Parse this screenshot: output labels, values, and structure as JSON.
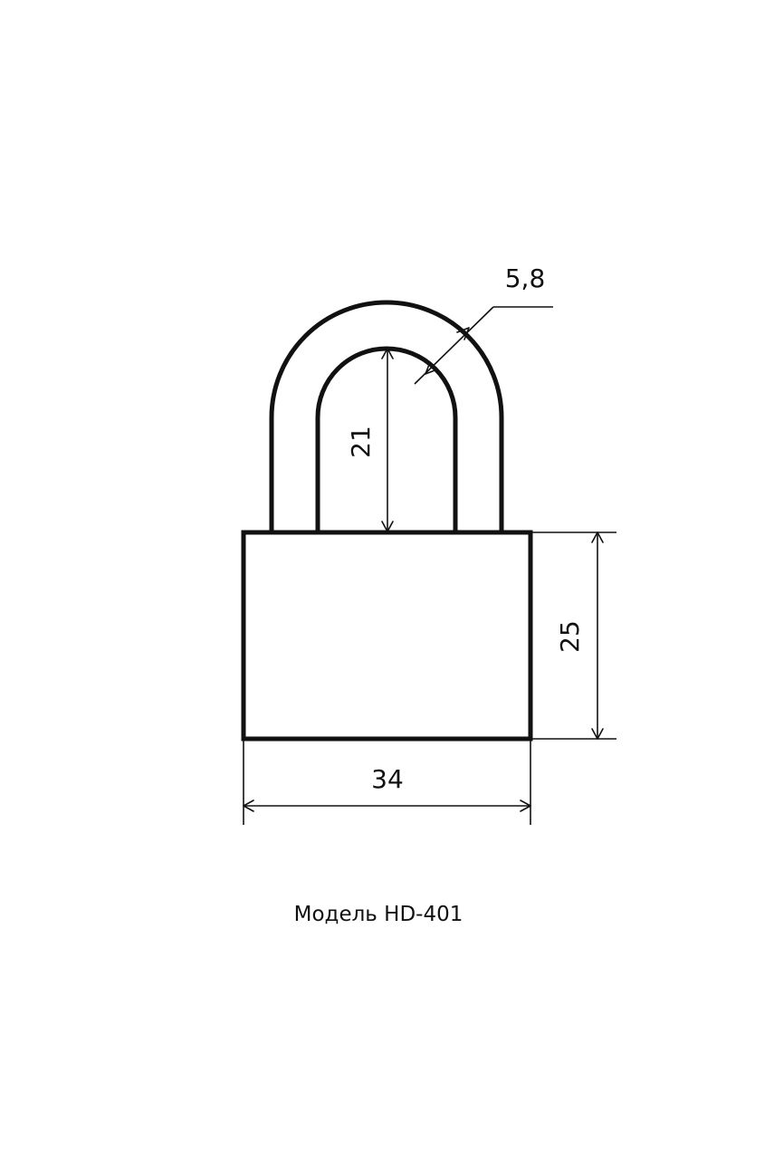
{
  "dimensions": {
    "shackle_thickness": "5,8",
    "shackle_inner_height": "21",
    "body_height": "25",
    "body_width": "34"
  },
  "caption": "Модель HD-401"
}
